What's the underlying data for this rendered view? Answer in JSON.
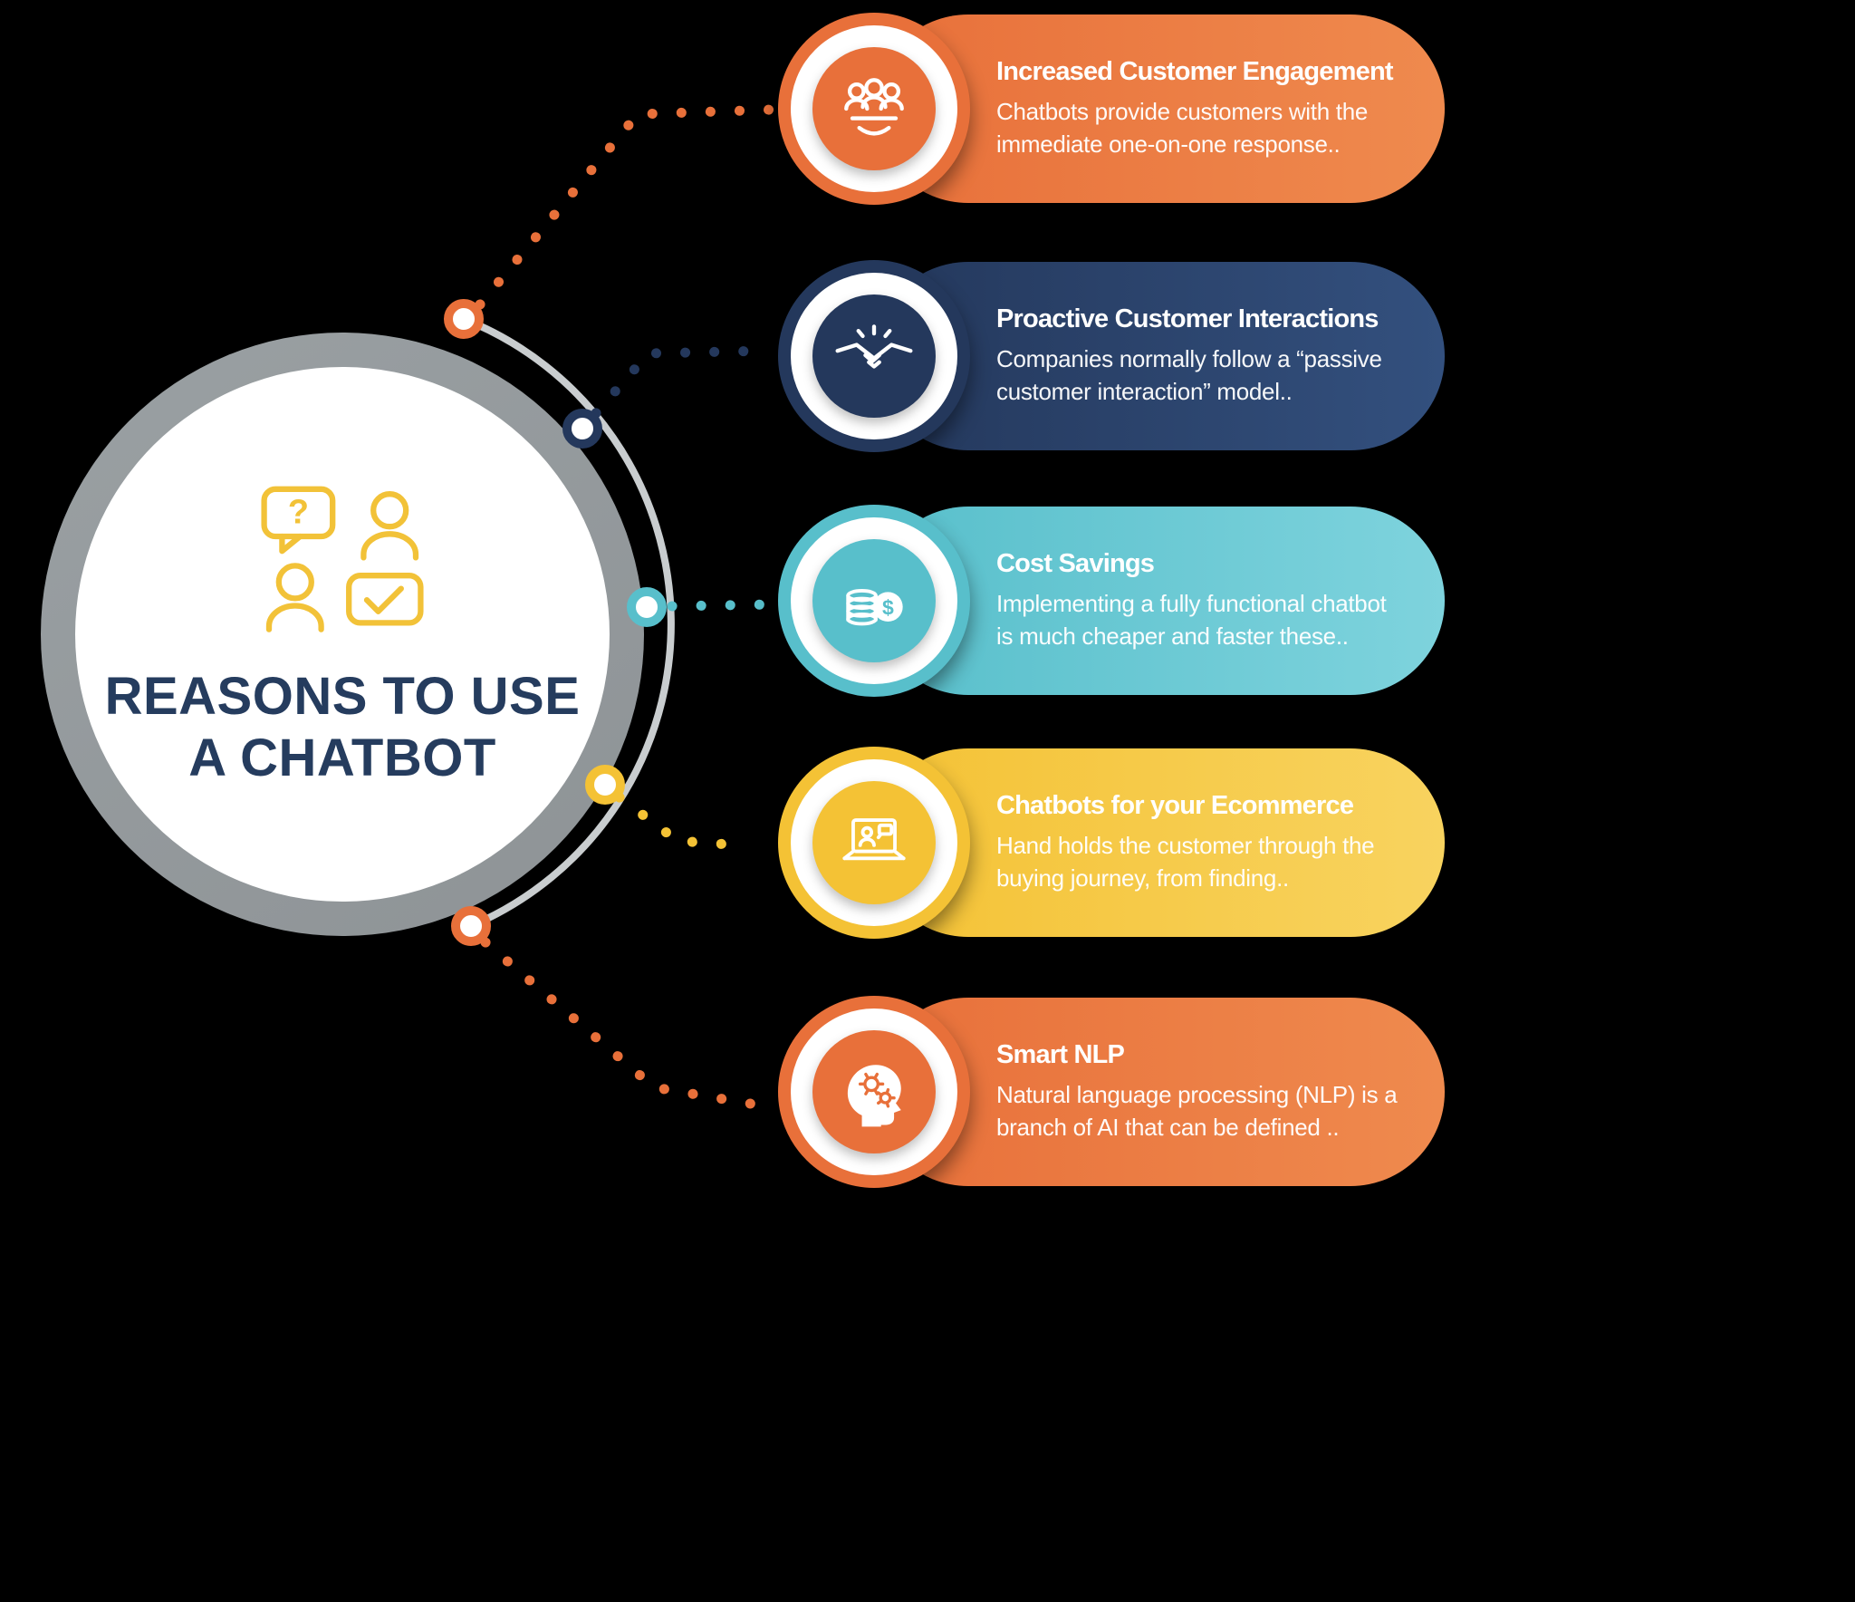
{
  "title": {
    "line1": "REASONS TO USE",
    "line2": "A CHATBOT"
  },
  "items": [
    {
      "title": "Increased Customer Engagement",
      "description": "Chatbots provide customers with the immediate one-on-one response..",
      "color": "#E8703A",
      "color_light": "#EF8A4E",
      "icon": "customer-engagement-icon"
    },
    {
      "title": "Proactive Customer Interactions",
      "description": "Companies normally follow a “passive customer interaction” model..",
      "color": "#24385C",
      "color_light": "#33507E",
      "icon": "handshake-icon"
    },
    {
      "title": "Cost Savings",
      "description": "Implementing a fully functional chatbot is much cheaper and faster these..",
      "color": "#58BFCB",
      "color_light": "#7ED3DD",
      "icon": "cost-savings-icon"
    },
    {
      "title": "Chatbots for your Ecommerce",
      "description": "Hand holds the customer through the buying journey, from finding..",
      "color": "#F4C235",
      "color_light": "#F8D35F",
      "icon": "ecommerce-chat-icon"
    },
    {
      "title": "Smart NLP",
      "description": "Natural language processing (NLP) is a branch of AI that can be defined ..",
      "color": "#E8703A",
      "color_light": "#EF8A4E",
      "icon": "smart-nlp-icon"
    }
  ],
  "colors": {
    "ring_gray": "#8E9396",
    "arc_gray": "#C9CDCF",
    "title_navy": "#253C5E",
    "center_icon_yellow": "#F2C238",
    "background": "#000000"
  }
}
